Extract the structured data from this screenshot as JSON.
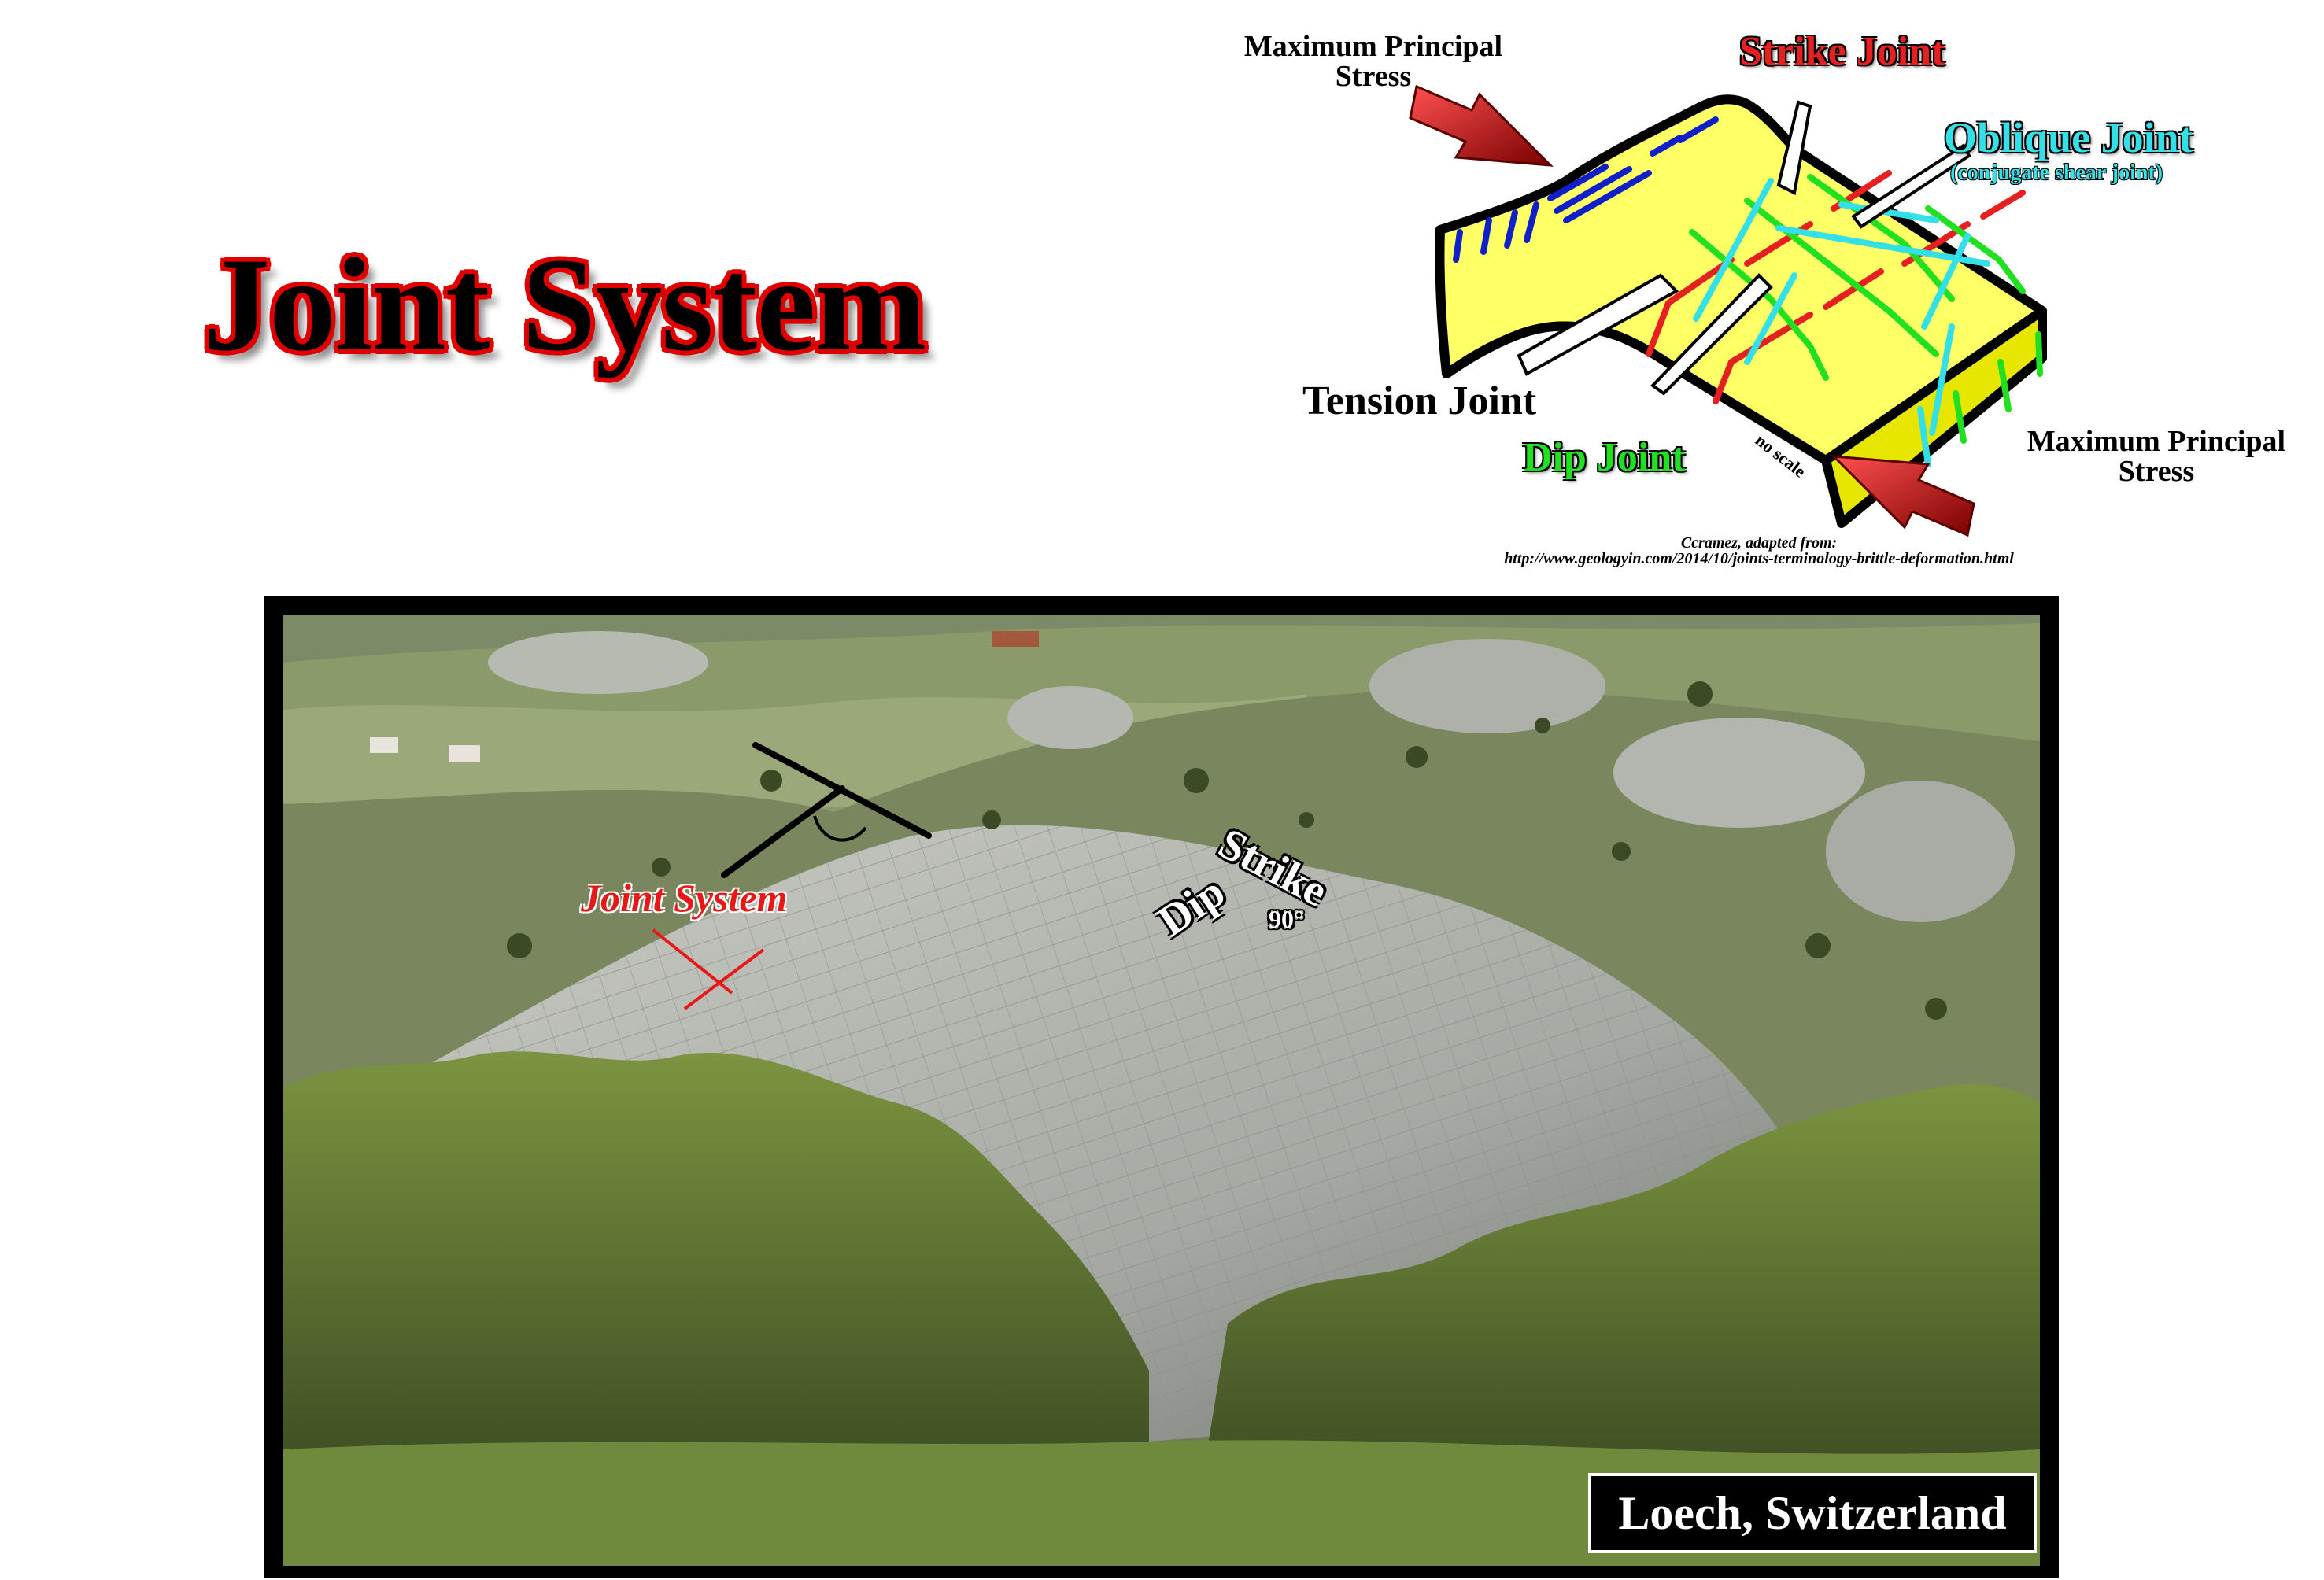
{
  "title": "Joint System",
  "diagram": {
    "labels": {
      "stress_top": "Maximum Principal Stress",
      "stress_top_line1": "Maximum Principal",
      "stress_top_line2": "Stress",
      "strike_joint": "Strike Joint",
      "oblique_joint": "Oblique Joint",
      "oblique_sub": "(conjugate shear joint)",
      "tension_joint": "Tension Joint",
      "dip_joint": "Dip Joint",
      "no_scale": "no scale",
      "stress_bottom_line1": "Maximum Principal",
      "stress_bottom_line2": "Stress"
    },
    "credit_line1": "Ccramez, adapted from:",
    "credit_line2": "http://www.geologyin.com/2014/10/joints-terminology-brittle-deformation.html",
    "colors": {
      "strike": "#e62020",
      "oblique": "#33e0e8",
      "tension": "#1020c8",
      "dip": "#20e020",
      "block": "#ffff66",
      "arrow": "#b01010"
    }
  },
  "photo": {
    "label_joint_system": "Joint System",
    "label_strike": "Strike",
    "label_dip": "Dip",
    "label_angle": "90°",
    "caption": "Loech, Switzerland"
  }
}
